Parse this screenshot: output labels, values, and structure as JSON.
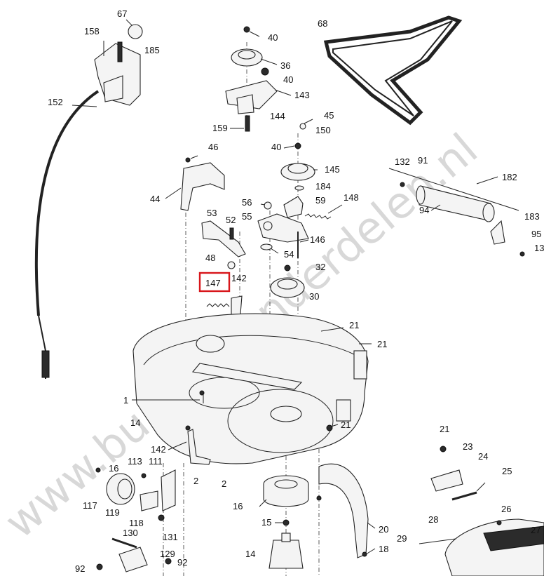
{
  "watermark": {
    "text": "www.bumper-onderdelen.nl"
  },
  "highlight_color": "#d8161b",
  "highlighted_part": "147",
  "labels": {
    "l67": "67",
    "l158": "158",
    "l185": "185",
    "l152": "152",
    "l68": "68",
    "l40a": "40",
    "l36": "36",
    "l40b": "40",
    "l143": "143",
    "l144": "144",
    "l159": "159",
    "l45": "45",
    "l150": "150",
    "l40c": "40",
    "l145": "145",
    "l184": "184",
    "l46": "46",
    "l44": "44",
    "l56": "56",
    "l59": "59",
    "l148": "148",
    "l55": "55",
    "l53": "53",
    "l52": "52",
    "l146": "146",
    "l54": "54",
    "l48": "48",
    "l32": "32",
    "l147": "147",
    "l142a": "142",
    "l30": "30",
    "l21a": "21",
    "l21b": "21",
    "l21c": "21",
    "l132": "132",
    "l91": "91",
    "l182": "182",
    "l94": "94",
    "l183": "183",
    "l95": "95",
    "l13": "13",
    "l1": "1",
    "l14a": "14",
    "l142b": "142",
    "l16a": "16",
    "l113": "113",
    "l111": "111",
    "l2a": "2",
    "l2b": "2",
    "l117": "117",
    "l119": "119",
    "l118": "118",
    "l16b": "16",
    "l15": "15",
    "l14b": "14",
    "l20": "20",
    "l18": "18",
    "l130": "130",
    "l131": "131",
    "l129": "129",
    "l92a": "92",
    "l92b": "92",
    "l21d": "21",
    "l23": "23",
    "l24": "24",
    "l25": "25",
    "l26": "26",
    "l27": "27",
    "l28": "28",
    "l29": "29"
  }
}
